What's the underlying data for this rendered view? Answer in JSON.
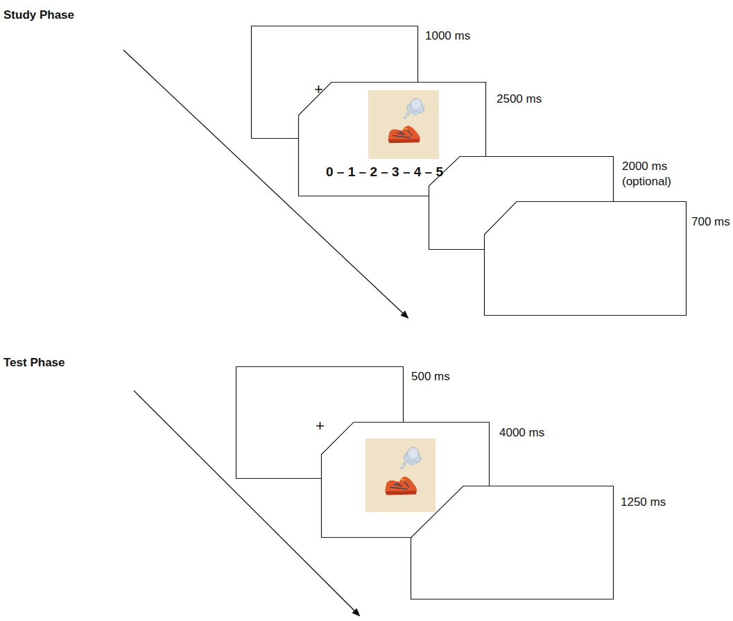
{
  "diagram": {
    "nodes": [
      {
        "text": [
          "+",
          "1000 ms"
        ]
      },
      {
        "text": [
          "0 – 1 – 2 – 3 – 4 – 5",
          "2500 ms"
        ]
      },
      {
        "text": [
          "2000 ms (optional)"
        ]
      },
      {
        "text": [
          "700 ms"
        ]
      },
      {
        "text": [
          "+",
          "500 ms"
        ]
      },
      {
        "text": [
          "4000 ms"
        ]
      },
      {
        "text": [
          "1250 ms"
        ]
      }
    ],
    "labels": [
      "Study Phase",
      "Test Phase"
    ]
  }
}
